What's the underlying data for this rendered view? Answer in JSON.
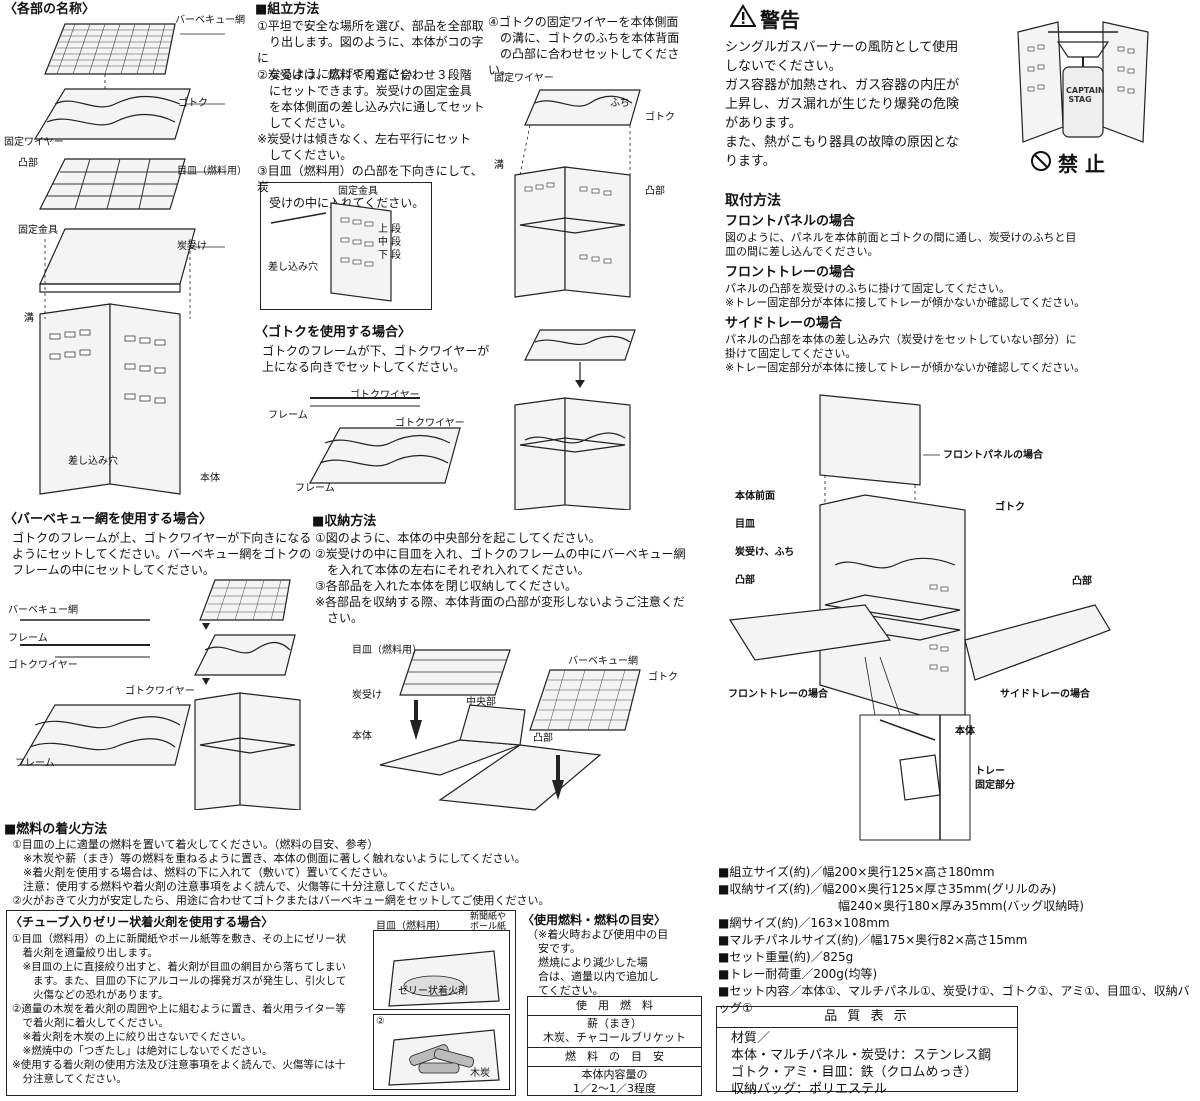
{
  "parts": {
    "title": "〈各部の名称〉",
    "labels": {
      "bbq_net": "バーベキュー網",
      "gotoku": "ゴトク",
      "fixed_wire": "固定ワイヤー",
      "convex": "凸部",
      "grate": "目皿（燃料用）",
      "fixed_bracket": "固定金具",
      "charcoal_tray": "炭受け",
      "groove": "溝",
      "slot": "差し込み穴",
      "body": "本体"
    }
  },
  "assembly": {
    "title": "■組立方法",
    "steps": [
      "①平坦で安全な場所を選び、部品を全部取\n　り出します。図のように、本体がコの字に\n　なるように広げてください。",
      "②炭受けは、燃料や用途に合わせ３段階\n　にセットできます。炭受けの固定金具\n　を本体側面の差し込み穴に通してセット\n　してください。",
      "※炭受けは傾きなく、左右平行にセット\n　してください。",
      "③目皿（燃料用）の凸部を下向きにして、炭\n　受けの中に入れてください。"
    ],
    "diagram_labels": {
      "fixed_bracket": "固定金具",
      "upper": "上 段",
      "middle": "中 段",
      "lower": "下 段",
      "slot": "差し込み穴"
    }
  },
  "step4": {
    "text": "④ゴトクの固定ワイヤーを本体側面\n　の溝に、ゴトクのふちを本体背面\n　の凸部に合わせセットしてください。",
    "labels": {
      "fixed_wire": "固定ワイヤー",
      "edge": "ふち",
      "gotoku": "ゴトク",
      "groove": "溝",
      "convex": "凸部"
    }
  },
  "gotoku_use": {
    "title": "〈ゴトクを使用する場合〉",
    "text": "ゴトクのフレームが下、ゴトクワイヤーが\n上になる向きでセットしてください。",
    "labels": {
      "wire": "ゴトクワイヤー",
      "frame": "フレーム",
      "wire2": "ゴトクワイヤー",
      "frame2": "フレーム"
    }
  },
  "bbq_use": {
    "title": "〈バーベキュー網を使用する場合〉",
    "text": "ゴトクのフレームが上、ゴトクワイヤーが下向きになる\nようにセットしてください。バーベキュー網をゴトクの\nフレームの中にセットしてください。",
    "labels": {
      "net": "バーベキュー網",
      "frame": "フレーム",
      "wire": "ゴトクワイヤー",
      "wire2": "ゴトクワイヤー",
      "frame2": "フレーム"
    }
  },
  "storage": {
    "title": "■収納方法",
    "steps": "①図のように、本体の中央部分を起こしてください。\n②炭受けの中に目皿を入れ、ゴトクのフレームの中にバーベキュー網\n　を入れて本体の左右にそれぞれ入れてください。\n③各部品を入れた本体を閉じ収納してください。\n※各部品を収納する際、本体背面の凸部が変形しないようご注意くだ\n　さい。",
    "labels": {
      "grate": "目皿（燃料用）",
      "charcoal_tray": "炭受け",
      "body": "本体",
      "center": "中央部",
      "net": "バーベキュー網",
      "gotoku": "ゴトク",
      "convex": "凸部"
    }
  },
  "ignition": {
    "title": "■燃料の着火方法",
    "text": "①目皿の上に適量の燃料を置いて着火してください。（燃料の目安、参考）\n　※木炭や薪（まき）等の燃料を重ねるように置き、本体の側面に著しく触れないようにしてください。\n　※着火剤を使用する場合は、燃料の下に入れて（敷いて）置いてください。\n　注意：使用する燃料や着火剤の注意事項をよく読んで、火傷等に十分注意してください。\n②火がおきて火力が安定したら、用途に合わせてゴトクまたはバーベキュー網をセットしてご使用ください。"
  },
  "gel": {
    "title": "〈チューブ入りゼリー状着火剤を使用する場合〉",
    "text": "①目皿（燃料用）の上に新聞紙やボール紙等を敷き、その上にゼリー状\n　着火剤を適量絞り出します。\n　※目皿の上に直接絞り出すと、着火剤が目皿の網目から落ちてしまい\n　　ます。また、目皿の下にアルコールの揮発ガスが発生し、引火して\n　　火傷などの恐れがあります。\n②適量の木炭を着火剤の周囲や上に組むように置き、着火用ライター等\n　で着火剤に着火してください。\n　※着火剤を木炭の上に絞り出さないでください。\n　※燃焼中の「つぎたし」は絶対にしないでください。\n※使用する着火剤の使用方法及び注意事項をよく読んで、火傷等には十\n　分注意してください。",
    "labels": {
      "grate": "目皿（燃料用）",
      "paper": "新聞紙や\nボール紙",
      "gel_agent": "ゼリー状着火剤",
      "step2": "②",
      "charcoal": "木炭"
    }
  },
  "fuel": {
    "title": "〈使用燃料・燃料の目安〉",
    "note": "（※着火時および使用中の目\n　安です。\n　燃焼により減少した場\n　合は、適量以内で追加し\n　てください。",
    "head1": "使　用　燃　料",
    "val1": "薪（まき）\n木炭、チャコールブリケット",
    "head2": "燃　料　の　目　安",
    "val2": "本体内容量の\n1／2～1／3程度"
  },
  "warning": {
    "title": "警告",
    "text": "シングルガスバーナーの風防として使用\nしないでください。\nガス容器が加熱され、ガス容器の内圧が\n上昇し、ガス漏れが生じたり爆発の危険\nがあります。\nまた、熱がこもり器具の故障の原因とな\nります。",
    "prohibited": "禁 止",
    "canister_text": "CAPTAIN STAG"
  },
  "mounting": {
    "title": "取付方法",
    "sections": [
      {
        "head": "フロントパネルの場合",
        "body": "図のように、パネルを本体前面とゴトクの間に通し、炭受けのふちと目\n皿の間に差し込んでください。"
      },
      {
        "head": "フロントトレーの場合",
        "body": "パネルの凸部を炭受けのふちに掛けて固定してください。\n※トレー固定部分が本体に接してトレーが傾かないか確認してください。"
      },
      {
        "head": "サイドトレーの場合",
        "body": "パネルの凸部を本体の差し込み穴（炭受けをセットしていない部分）に\n掛けて固定してください。\n※トレー固定部分が本体に接してトレーが傾かないか確認してください。"
      }
    ],
    "labels": {
      "front_panel": "フロントパネルの場合",
      "body_front": "本体前面",
      "gotoku": "ゴトク",
      "grate": "目皿",
      "tray_edge": "炭受け、ふち",
      "convex_left": "凸部",
      "convex_right": "凸部",
      "front_tray": "フロントトレーの場合",
      "side_tray": "サイドトレーの場合",
      "body": "本体",
      "tray_fix": "トレー\n固定部分"
    }
  },
  "specs": {
    "text": "■組立サイズ(約)／幅200×奥行125×高さ180mm\n■収納サイズ(約)／幅200×奥行125×厚さ35mm(グリルのみ)\n　　　　　　　　　　幅240×奥行180×厚み35mm(バッグ収納時)\n■網サイズ(約)／163×108mm\n■マルチパネルサイズ(約)／幅175×奥行82×高さ15mm\n■セット重量(約)／825g\n■トレー耐荷重／200g(均等)\n■セット内容／本体①、マルチパネル①、炭受け①、ゴトク①、アミ①、目皿①、収納バッグ①"
  },
  "quality": {
    "title": "品 質 表 示",
    "text": "材質／\n本体・マルチパネル・炭受け：ステンレス鋼\nゴトク・アミ・目皿：鉄（クロムめっき）\n収納バッグ：ポリエステル"
  }
}
